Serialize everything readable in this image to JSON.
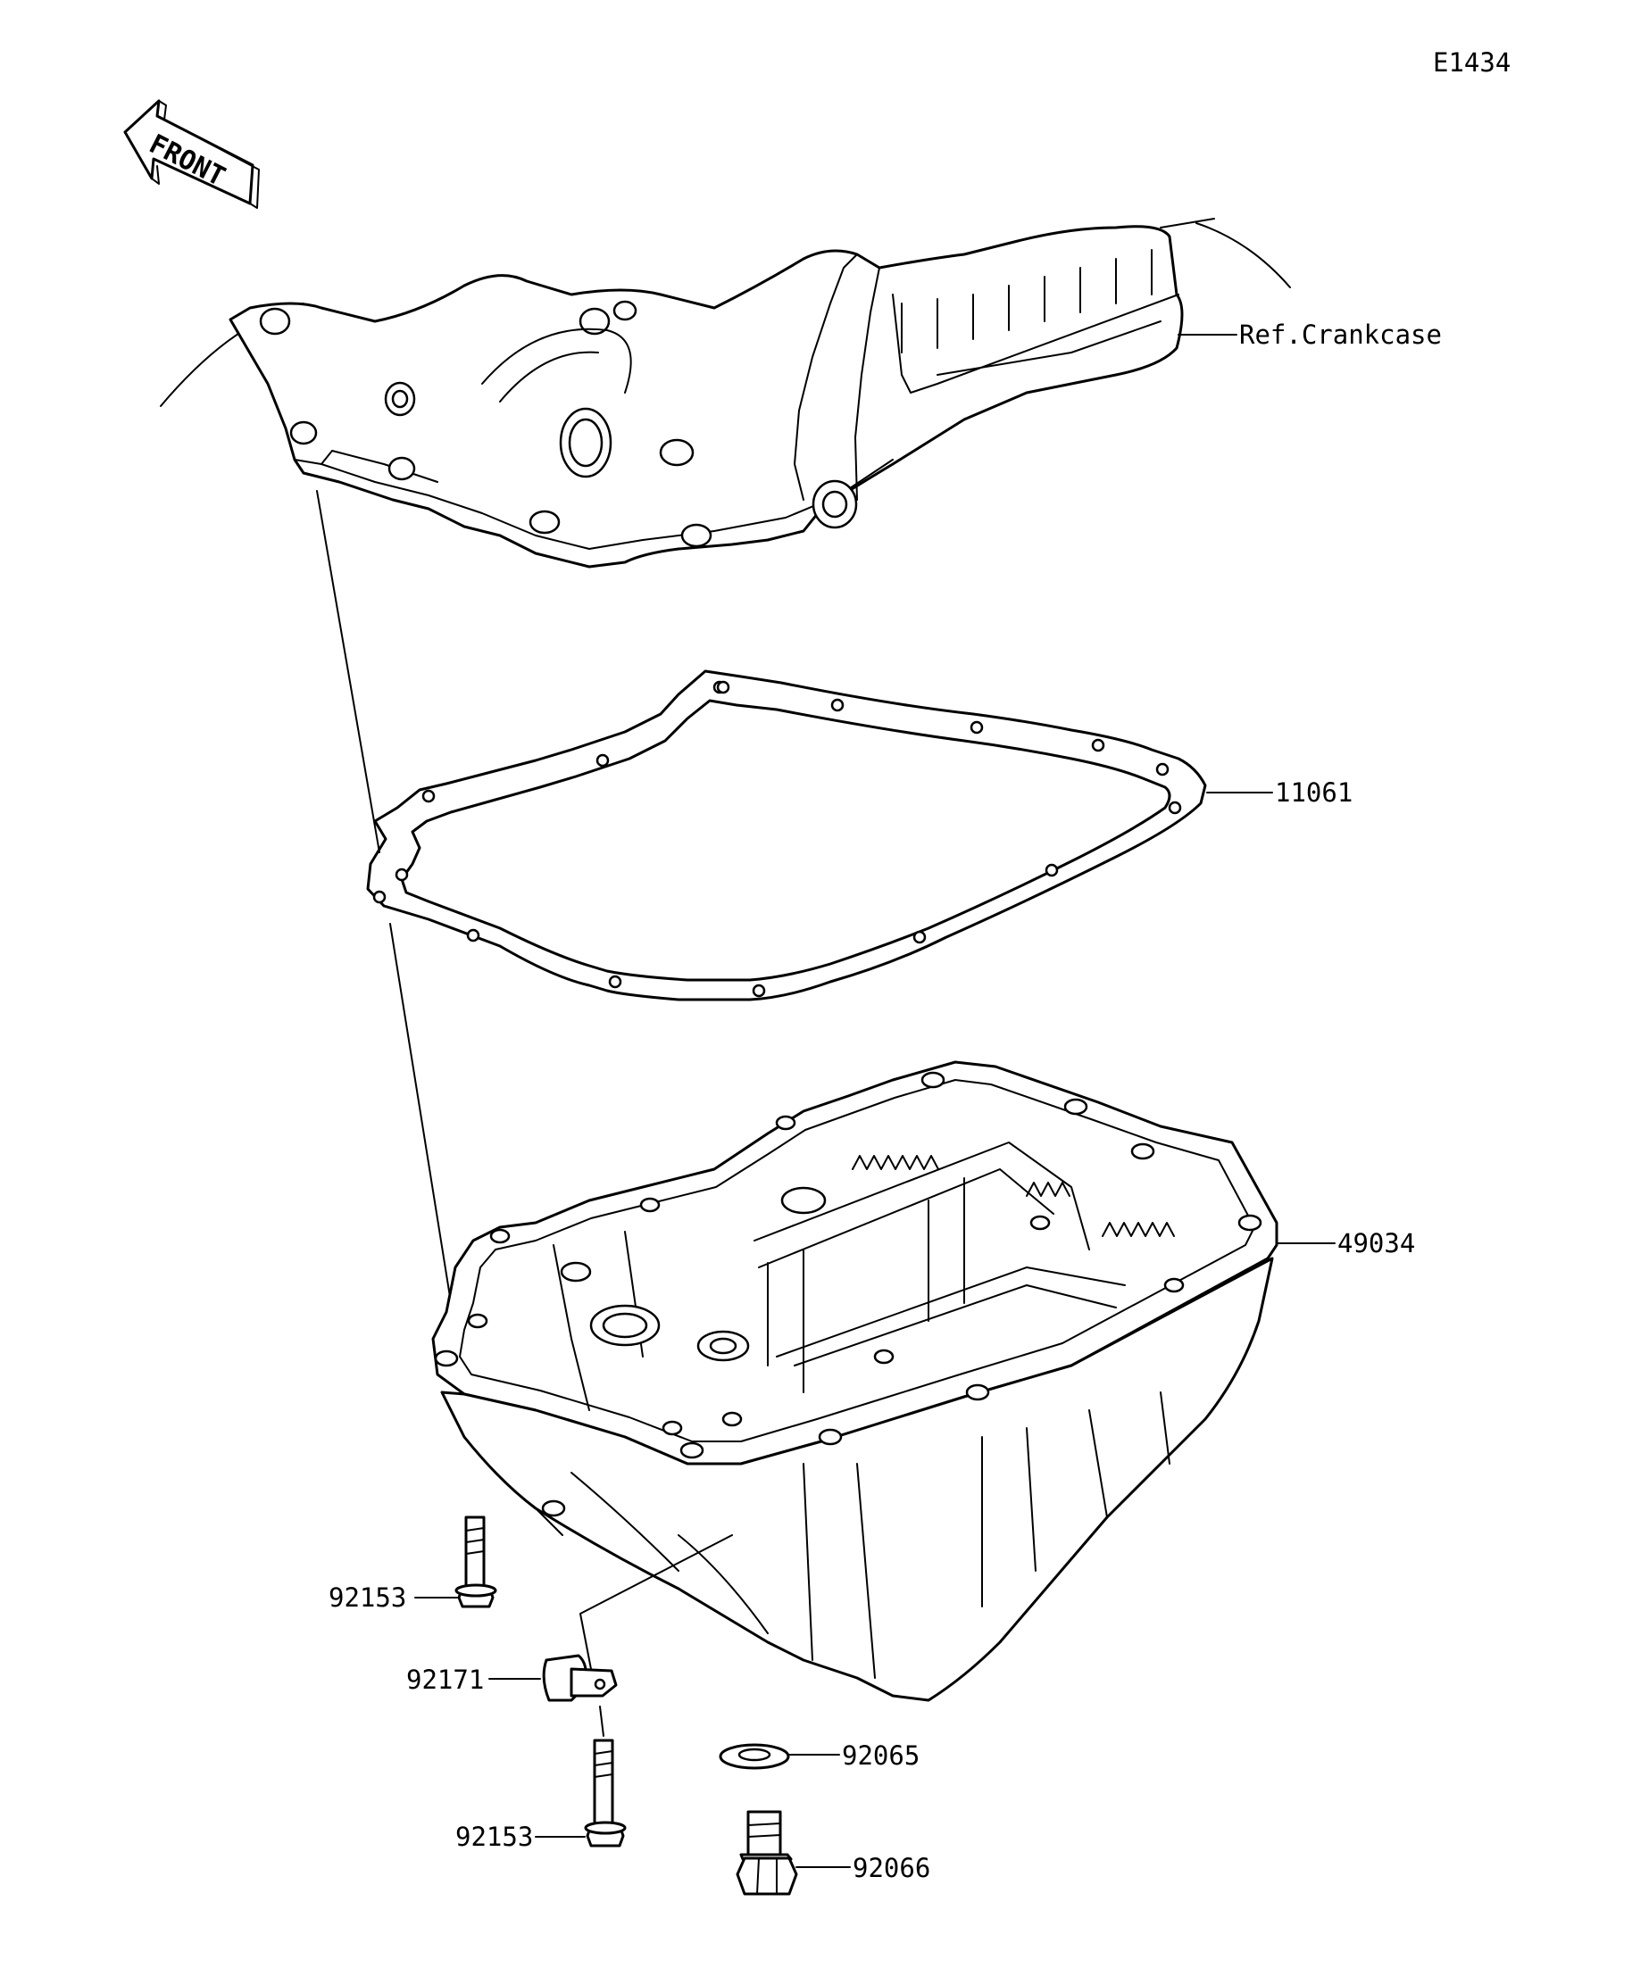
{
  "diagram_code": "E1434",
  "front_arrow": {
    "label": "FRONT",
    "icon": "front-arrow-icon"
  },
  "callouts": {
    "crankcase": "Ref.Crankcase",
    "gasket": "11061",
    "oil_pan": "49034",
    "bolt_upper": "92153",
    "clamp": "92171",
    "bolt_lower": "92153",
    "washer": "92065",
    "drain_plug": "92066"
  }
}
